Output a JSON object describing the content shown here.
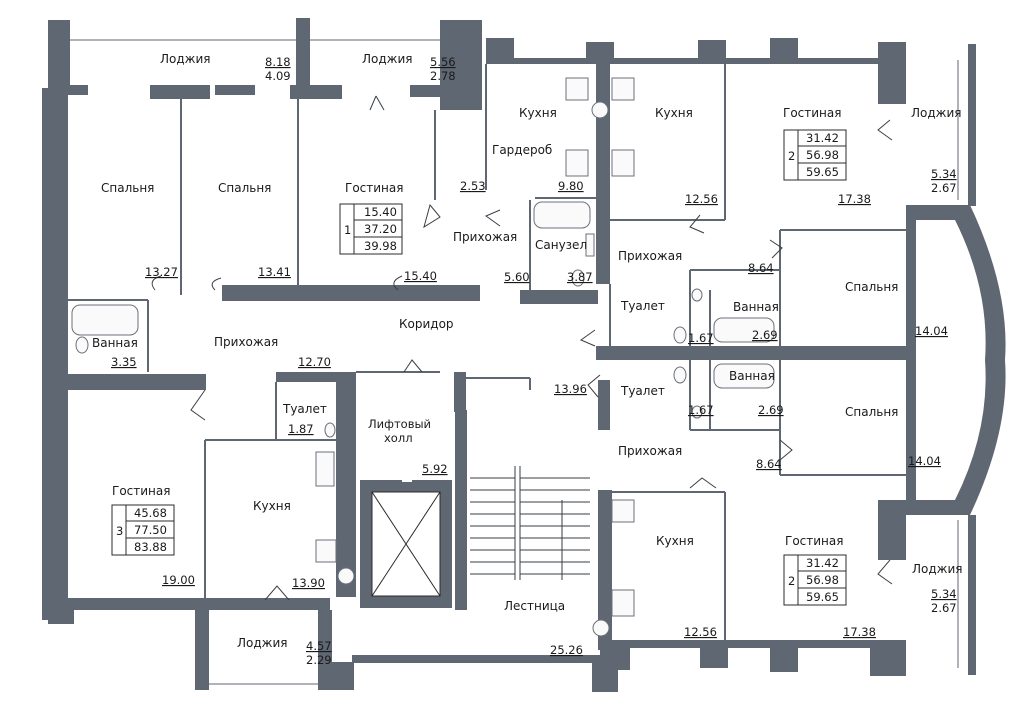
{
  "plan": {
    "rooms": [
      {
        "id": "loggia-tl1",
        "label": "Лоджия"
      },
      {
        "id": "loggia-tl2",
        "label": "Лоджия"
      },
      {
        "id": "kitchen-top",
        "label": "Кухня"
      },
      {
        "id": "kitchen-top2",
        "label": "Кухня"
      },
      {
        "id": "living-tr",
        "label": "Гостиная"
      },
      {
        "id": "loggia-r1",
        "label": "Лоджия"
      },
      {
        "id": "bedroom-1",
        "label": "Спальня"
      },
      {
        "id": "bedroom-2",
        "label": "Спальня"
      },
      {
        "id": "living-1",
        "label": "Гостиная"
      },
      {
        "id": "wardrobe",
        "label": "Гардероб"
      },
      {
        "id": "hall-1",
        "label": "Прихожая"
      },
      {
        "id": "bath-combo",
        "label": "Санузел"
      },
      {
        "id": "hall-r1",
        "label": "Прихожая"
      },
      {
        "id": "bedroom-r1",
        "label": "Спальня"
      },
      {
        "id": "toilet-r1",
        "label": "Туалет"
      },
      {
        "id": "bath-r1",
        "label": "Ванная"
      },
      {
        "id": "corridor",
        "label": "Коридор"
      },
      {
        "id": "bath-left",
        "label": "Ванная"
      },
      {
        "id": "hall-3",
        "label": "Прихожая"
      },
      {
        "id": "toilet-3",
        "label": "Туалет"
      },
      {
        "id": "lift-hall",
        "label": "Лифтовый холл"
      },
      {
        "id": "toilet-r2",
        "label": "Туалет"
      },
      {
        "id": "bath-r2",
        "label": "Ванная"
      },
      {
        "id": "bedroom-r2",
        "label": "Спальня"
      },
      {
        "id": "hall-r2",
        "label": "Прихожая"
      },
      {
        "id": "living-3",
        "label": "Гостиная"
      },
      {
        "id": "kitchen-3",
        "label": "Кухня"
      },
      {
        "id": "kitchen-br",
        "label": "Кухня"
      },
      {
        "id": "living-br",
        "label": "Гостиная"
      },
      {
        "id": "loggia-r2",
        "label": "Лоджия"
      },
      {
        "id": "stairs",
        "label": "Лестница"
      },
      {
        "id": "loggia-bottom",
        "label": "Лоджия"
      }
    ],
    "areas": [
      {
        "id": "a-loggia1-top",
        "value": "8.18"
      },
      {
        "id": "a-loggia1-bot",
        "value": "4.09"
      },
      {
        "id": "a-loggia2-top",
        "value": "5.56"
      },
      {
        "id": "a-loggia2-bot",
        "value": "2.78"
      },
      {
        "id": "a-bed1",
        "value": "13.27"
      },
      {
        "id": "a-bed2",
        "value": "13.41"
      },
      {
        "id": "a-living1",
        "value": "15.40"
      },
      {
        "id": "a-wardrobe",
        "value": "2.53"
      },
      {
        "id": "a-kitchen1",
        "value": "9.80"
      },
      {
        "id": "a-hall1",
        "value": "5.60"
      },
      {
        "id": "a-bathcombo",
        "value": "3.87"
      },
      {
        "id": "a-kitchen-tr",
        "value": "12.56"
      },
      {
        "id": "a-living-tr",
        "value": "17.38"
      },
      {
        "id": "a-loggia-r1-top",
        "value": "5.34"
      },
      {
        "id": "a-loggia-r1-bot",
        "value": "2.67"
      },
      {
        "id": "a-hall-r1",
        "value": "8.64"
      },
      {
        "id": "a-bed-r1",
        "value": "14.04"
      },
      {
        "id": "a-toilet-r1",
        "value": "1.67"
      },
      {
        "id": "a-bath-r1",
        "value": "2.69"
      },
      {
        "id": "a-bath-left",
        "value": "3.35"
      },
      {
        "id": "a-hall3",
        "value": "12.70"
      },
      {
        "id": "a-corridor",
        "value": "13.96"
      },
      {
        "id": "a-toilet3",
        "value": "1.87"
      },
      {
        "id": "a-lifthall",
        "value": "5.92"
      },
      {
        "id": "a-toilet-r2",
        "value": "1.67"
      },
      {
        "id": "a-bath-r2",
        "value": "2.69"
      },
      {
        "id": "a-hall-r2",
        "value": "8.64"
      },
      {
        "id": "a-bed-r2",
        "value": "14.04"
      },
      {
        "id": "a-living3",
        "value": "19.00"
      },
      {
        "id": "a-kitchen3",
        "value": "13.90"
      },
      {
        "id": "a-kitchen-br",
        "value": "12.56"
      },
      {
        "id": "a-living-br",
        "value": "17.38"
      },
      {
        "id": "a-loggia-r2-top",
        "value": "5.34"
      },
      {
        "id": "a-loggia-r2-bot",
        "value": "2.67"
      },
      {
        "id": "a-stairs",
        "value": "25.26"
      },
      {
        "id": "a-loggia-b-top",
        "value": "4.57"
      },
      {
        "id": "a-loggia-b-bot",
        "value": "2.29"
      }
    ],
    "apartments": [
      {
        "id": "apt-1",
        "rooms": "1",
        "living": "15.40",
        "total_no_loggia": "37.20",
        "total": "39.98"
      },
      {
        "id": "apt-2-top",
        "rooms": "2",
        "living": "31.42",
        "total_no_loggia": "56.98",
        "total": "59.65"
      },
      {
        "id": "apt-3",
        "rooms": "3",
        "living": "45.68",
        "total_no_loggia": "77.50",
        "total": "83.88"
      },
      {
        "id": "apt-2-bot",
        "rooms": "2",
        "living": "31.42",
        "total_no_loggia": "56.98",
        "total": "59.65"
      }
    ],
    "colors": {
      "wall": "#5f6772",
      "background": "#ffffff",
      "text": "#1a1a1a"
    }
  }
}
